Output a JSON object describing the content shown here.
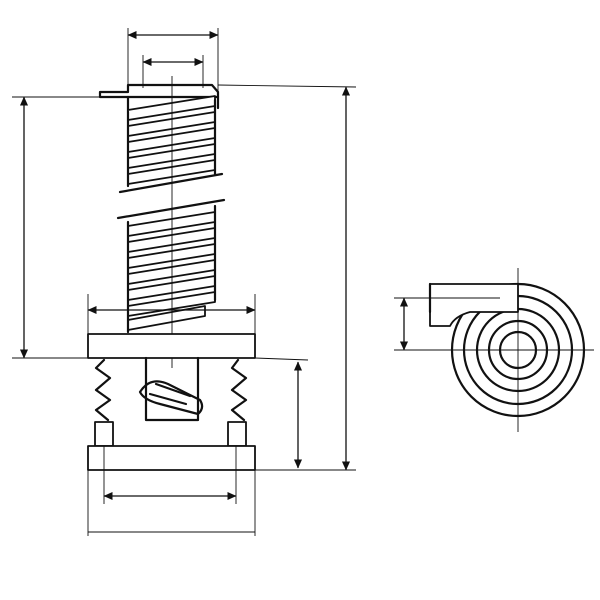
{
  "figure": {
    "background": "#ffffff",
    "line_color": "#111111"
  },
  "views": [
    {
      "name": "front-section-view"
    },
    {
      "name": "top-view"
    }
  ],
  "dimensions": [
    {
      "name": "outer-diameter-dim"
    },
    {
      "name": "inner-diameter-dim"
    },
    {
      "name": "spring-height-dim"
    },
    {
      "name": "total-height-dim"
    },
    {
      "name": "base-width-dim"
    },
    {
      "name": "socket-height-dim"
    },
    {
      "name": "inner-base-width-dim"
    },
    {
      "name": "tab-height-dim"
    }
  ]
}
